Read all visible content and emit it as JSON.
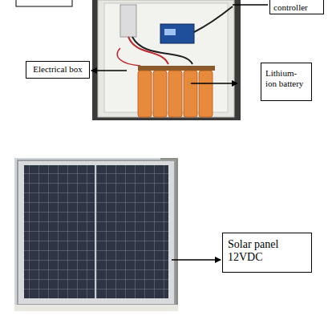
{
  "diagram": {
    "nodes": [
      {
        "text": [
          "controller"
        ]
      },
      {
        "text": [
          "Electrical box"
        ]
      },
      {
        "text": [
          "Lithium-ion battery"
        ]
      },
      {
        "text": [
          "Solar panel 12VDC"
        ]
      }
    ]
  }
}
